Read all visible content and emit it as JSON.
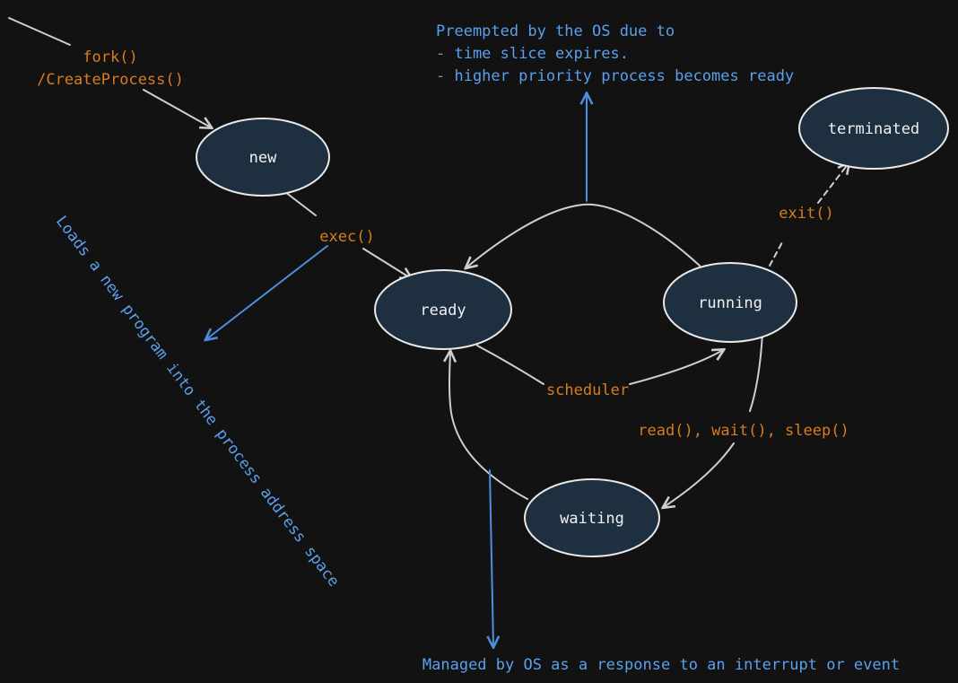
{
  "nodes": {
    "new": "new",
    "ready": "ready",
    "running": "running",
    "waiting": "waiting",
    "terminated": "terminated"
  },
  "edge_labels": {
    "fork_line1": "fork()",
    "fork_line2": "/CreateProcess()",
    "exec": "exec()",
    "scheduler": "scheduler",
    "exit": "exit()",
    "io": "read(), wait(), sleep()"
  },
  "annotations": {
    "preempted_line1": "Preempted by the OS due to",
    "preempted_line2": "- time slice expires.",
    "preempted_line3": "- higher priority process becomes ready",
    "loads": "Loads a new program into the process address space",
    "managed": "Managed by OS as a response to an interrupt or event"
  },
  "colors": {
    "background": "#121212",
    "node_fill": "#1e2f40",
    "edge_label": "#d77c1c",
    "annotation": "#5aa0ec"
  }
}
